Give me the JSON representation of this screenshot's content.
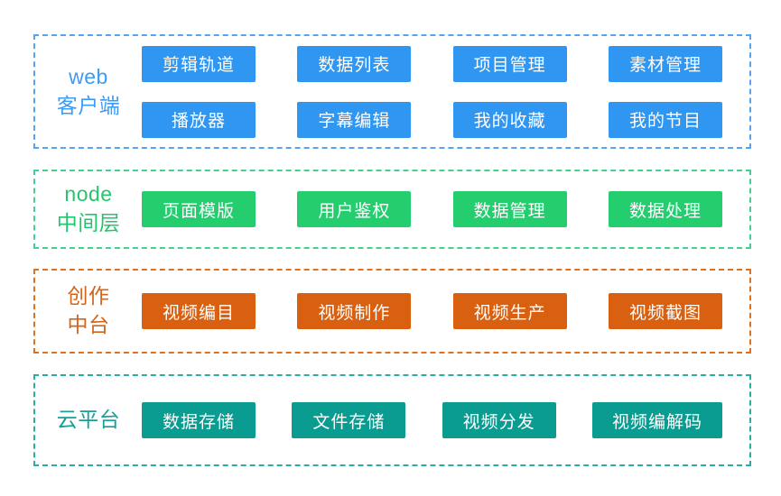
{
  "diagram": {
    "type": "layered-architecture",
    "layers": [
      {
        "id": "web-client",
        "label_lines": [
          "web",
          "客户端"
        ],
        "colors": {
          "border": "#55A4F3",
          "label": "#3E9BF4",
          "button_bg": "#2F96F2",
          "button_text": "#FFFFFF"
        },
        "rows": [
          [
            "剪辑轨道",
            "数据列表",
            "项目管理",
            "素材管理"
          ],
          [
            "播放器",
            "字幕编辑",
            "我的收藏",
            "我的节目"
          ]
        ]
      },
      {
        "id": "node-middleware",
        "label_lines": [
          "node",
          "中间层"
        ],
        "colors": {
          "border": "#43D191",
          "label": "#22C76D",
          "button_bg": "#24CE6F",
          "button_text": "#FFFFFF"
        },
        "rows": [
          [
            "页面模版",
            "用户鉴权",
            "数据管理",
            "数据处理"
          ]
        ]
      },
      {
        "id": "creation-middle-platform",
        "label_lines": [
          "创作",
          "中台"
        ],
        "colors": {
          "border": "#E2711F",
          "label": "#D4651A",
          "button_bg": "#D96010",
          "button_text": "#FFFFFF"
        },
        "rows": [
          [
            "视频编目",
            "视频制作",
            "视频生产",
            "视频截图"
          ]
        ]
      },
      {
        "id": "cloud-platform",
        "label_lines": [
          "云平台"
        ],
        "colors": {
          "border": "#2BAEA2",
          "label": "#18A094",
          "button_bg": "#0A9C90",
          "button_text": "#FFFFFF"
        },
        "rows": [
          [
            "数据存储",
            "文件存储",
            "视频分发",
            "视频编解码"
          ]
        ]
      }
    ]
  }
}
